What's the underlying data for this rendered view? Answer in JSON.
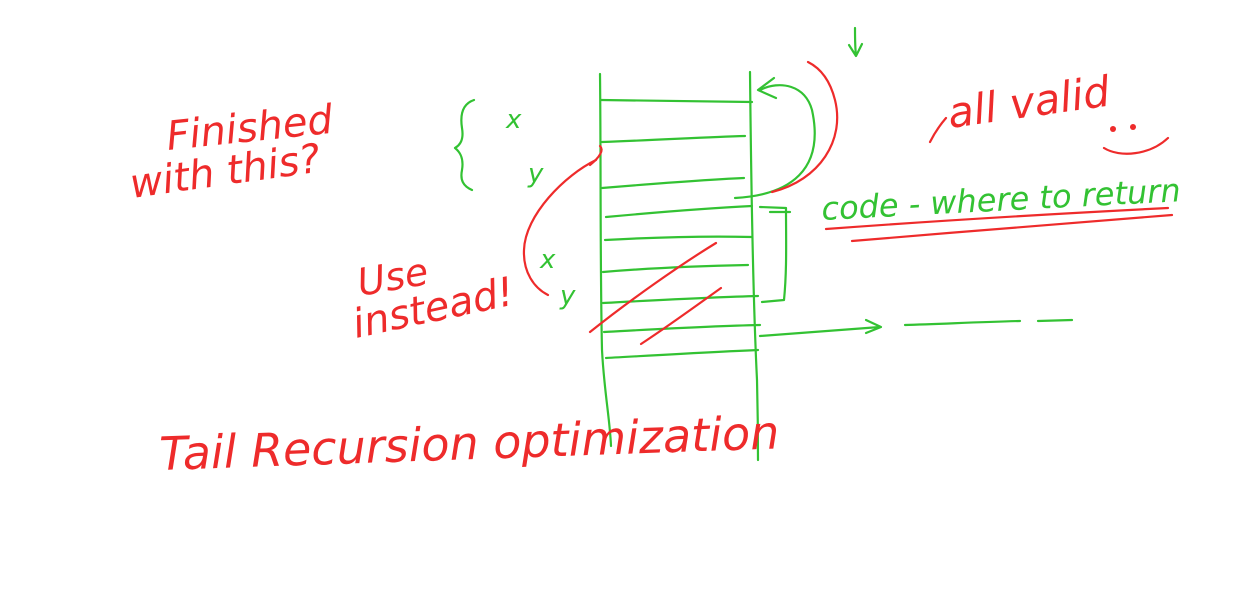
{
  "notes": {
    "finished_line1": "Finished",
    "finished_line2": "with this?",
    "use_line1": "Use",
    "use_line2": "instead!",
    "all_valid": "all valid",
    "code_where": "code - where to return",
    "tail_recursion": "Tail Recursion optimization"
  },
  "stack_labels": {
    "x1": "x",
    "y1": "y",
    "x2": "x",
    "y2": "y"
  },
  "colors": {
    "red_ink": "#ee2b2b",
    "green_ink": "#33c233",
    "background": "#ffffff"
  }
}
